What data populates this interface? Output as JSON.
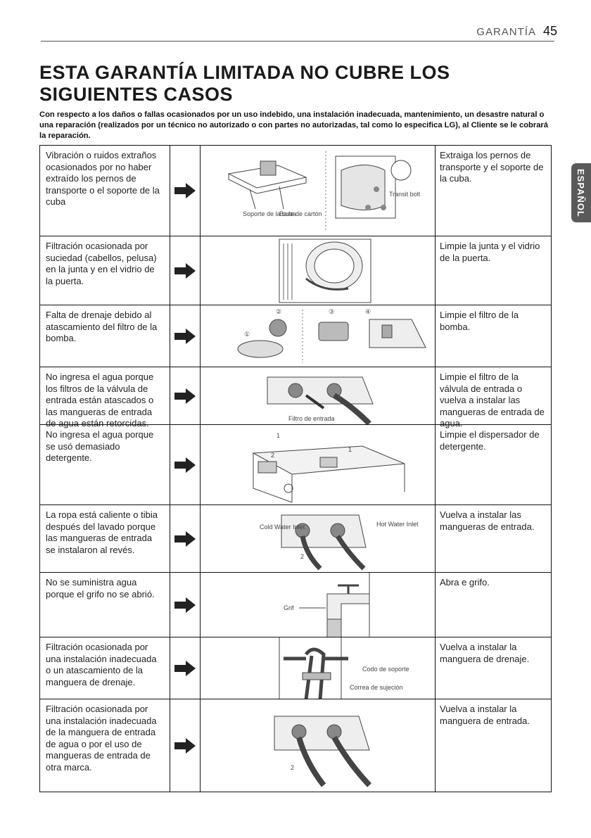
{
  "header": {
    "section": "GARANTÍA",
    "page_number": "45"
  },
  "title": "ESTA GARANTÍA LIMITADA NO CUBRE LOS SIGUIENTES CASOS",
  "intro": "Con respecto a los daños o fallas ocasionados por un uso indebido, una instalación inadecuada, mantenimiento, un desastre natural o una reparación (realizados por un técnico no autorizado o con partes no autorizadas, tal como lo especifica LG), al Cliente se le cobrará la reparación.",
  "side_tab": "ESPAÑOL",
  "rows": [
    {
      "problem": "Vibración o ruidos extraños ocasionados por no haber extraído los pernos de transporte o el soporte de la cuba",
      "solution": "Extraiga los pernos de transporte y el soporte de la cuba.",
      "labels": [
        "Soporte de la cuba",
        "Base de cartón",
        "Transit bolt"
      ]
    },
    {
      "problem": "Filtración ocasionada por suciedad (cabellos, pelusa) en la junta y en el vidrio de la puerta.",
      "solution": "Limpie la junta y el vidrio de la puerta.",
      "labels": []
    },
    {
      "problem": "Falta de drenaje debido al atascamiento del filtro de la bomba.",
      "solution": "Limpie el filtro de la bomba.",
      "labels": [
        "①",
        "②",
        "③",
        "④"
      ]
    },
    {
      "problem": "No ingresa el agua porque los filtros de la válvula de entrada están atascados o las mangueras de entrada de agua están retorcidas.",
      "solution": "Limpie el filtro de la válvula de entrada o vuelva a instalar las mangueras de entrada de agua.",
      "labels": [
        "Filtro de entrada"
      ]
    },
    {
      "problem": "No ingresa el agua porque se usó demasiado detergente.",
      "solution": "Limpie el dispersador de detergente.",
      "labels": [
        "1",
        "2",
        "1"
      ]
    },
    {
      "problem": "La ropa está caliente o tibia después del lavado porque las mangueras de entrada se instalaron al revés.",
      "solution": "Vuelva a instalar las mangueras de entrada.",
      "labels": [
        "Cold Water Inlet",
        "Hot Water Inlet",
        "2"
      ]
    },
    {
      "problem": "No se suministra agua porque el grifo no se abrió.",
      "solution": "Abra e grifo.",
      "labels": [
        "Grif"
      ]
    },
    {
      "problem": "Filtración ocasionada por una instalación inadecuada o un atascamiento de la manguera de drenaje.",
      "solution": "Vuelva a instalar la manguera de drenaje.",
      "labels": [
        "Codo de soporte",
        "Correa de sujeción"
      ]
    },
    {
      "problem": "Filtración ocasionada por una instalación inadecuada de la manguera de entrada de agua o por el uso de mangueras de entrada de otra marca.",
      "solution": "Vuelva a instalar la manguera de entrada.",
      "labels": [
        "2"
      ]
    }
  ]
}
